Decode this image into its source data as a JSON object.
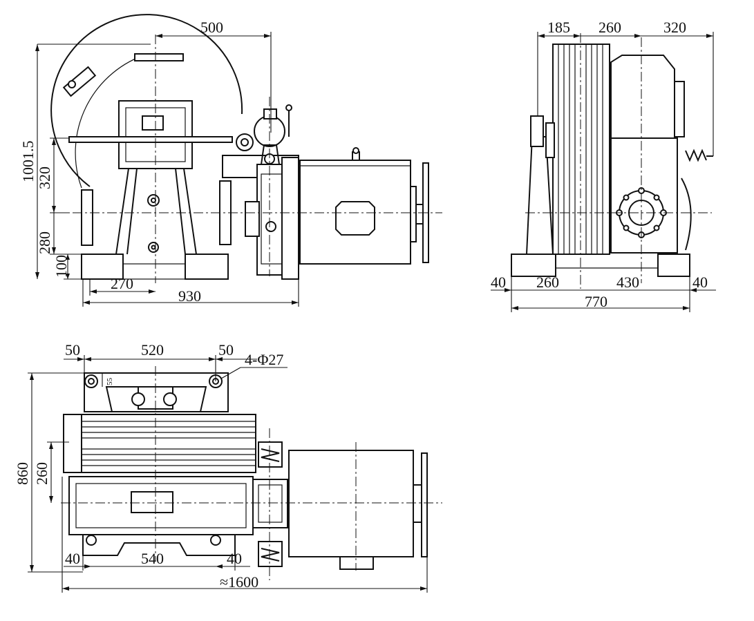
{
  "front_view": {
    "dim_500": "500",
    "dim_1001_5": "1001.5",
    "dim_320": "320",
    "dim_280": "280",
    "dim_100": "100",
    "dim_270": "270",
    "dim_930": "930"
  },
  "side_view": {
    "dim_185": "185",
    "dim_260_top": "260",
    "dim_320": "320",
    "dim_40_left": "40",
    "dim_260_bottom": "260",
    "dim_430": "430",
    "dim_40_right": "40",
    "dim_770": "770"
  },
  "top_view": {
    "dim_50_left": "50",
    "dim_520": "520",
    "dim_50_right": "50",
    "hole_callout": "4-Φ27",
    "dim_55": "55",
    "dim_860": "860",
    "dim_260": "260",
    "dim_40_left": "40",
    "dim_540": "540",
    "dim_40_right": "40",
    "dim_1600": "≈1600"
  }
}
